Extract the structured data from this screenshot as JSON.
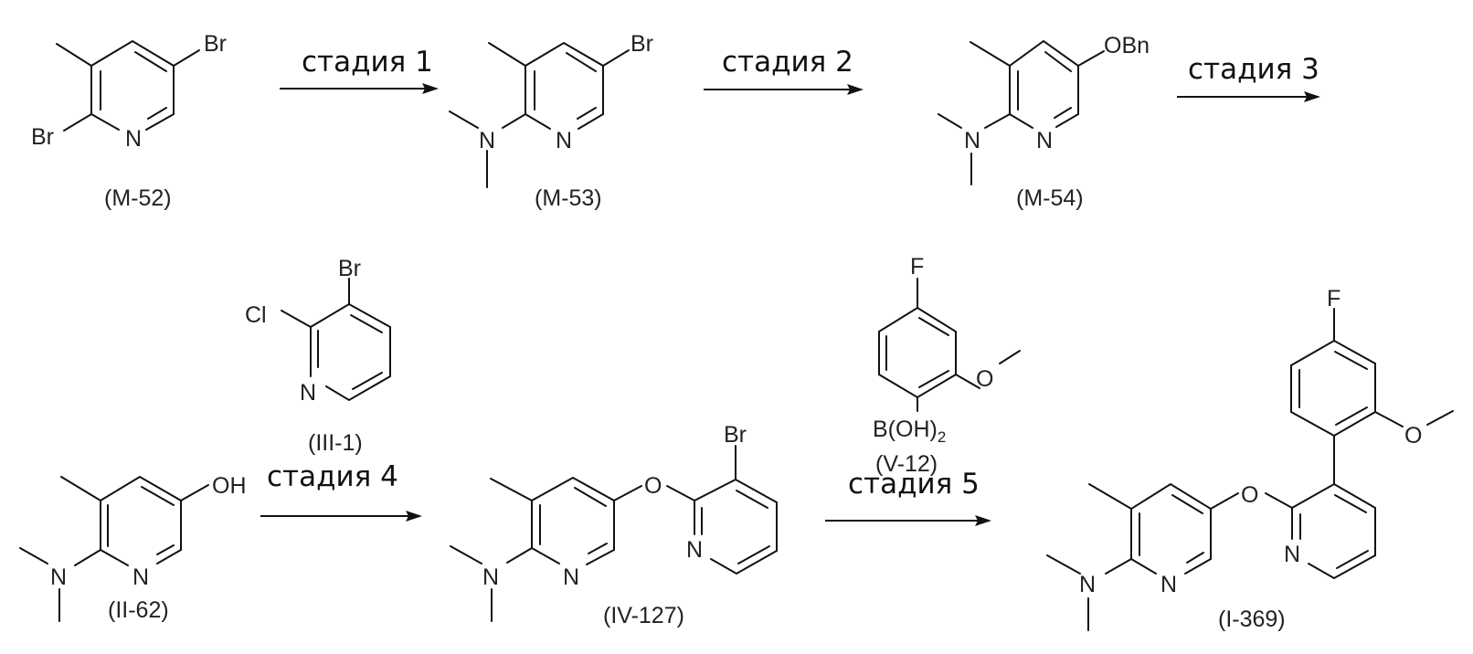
{
  "scheme": {
    "steps": [
      {
        "label": "стадия 1"
      },
      {
        "label": "стадия 2"
      },
      {
        "label": "стадия 3"
      },
      {
        "label": "стадия 4"
      },
      {
        "label": "стадия 5"
      }
    ],
    "compounds": {
      "M52": {
        "id": "(M-52)",
        "atoms": {
          "br1": "Br",
          "br2": "Br",
          "n": "N"
        }
      },
      "M53": {
        "id": "(M-53)",
        "atoms": {
          "br": "Br",
          "n_amine": "N",
          "n_ring": "N"
        }
      },
      "M54": {
        "id": "(M-54)",
        "atoms": {
          "obn": "OBn",
          "n_amine": "N",
          "n_ring": "N"
        }
      },
      "III1": {
        "id": "(III-1)",
        "atoms": {
          "br": "Br",
          "cl": "Cl",
          "n": "N"
        }
      },
      "II62": {
        "id": "(II-62)",
        "atoms": {
          "oh": "OH",
          "n_amine": "N",
          "n_ring": "N"
        }
      },
      "IV127": {
        "id": "(IV-127)",
        "atoms": {
          "br": "Br",
          "o": "O",
          "n_amine": "N",
          "n_ring": "N",
          "n_ring2": "N"
        }
      },
      "V12": {
        "id": "(V-12)",
        "atoms": {
          "f": "F",
          "o": "O",
          "b": "B(OH)",
          "b_sub": "2"
        }
      },
      "I369": {
        "id": "(I-369)",
        "atoms": {
          "f": "F",
          "o_me": "O",
          "o": "O",
          "n_amine": "N",
          "n_ring": "N",
          "n_ring2": "N"
        }
      }
    }
  }
}
